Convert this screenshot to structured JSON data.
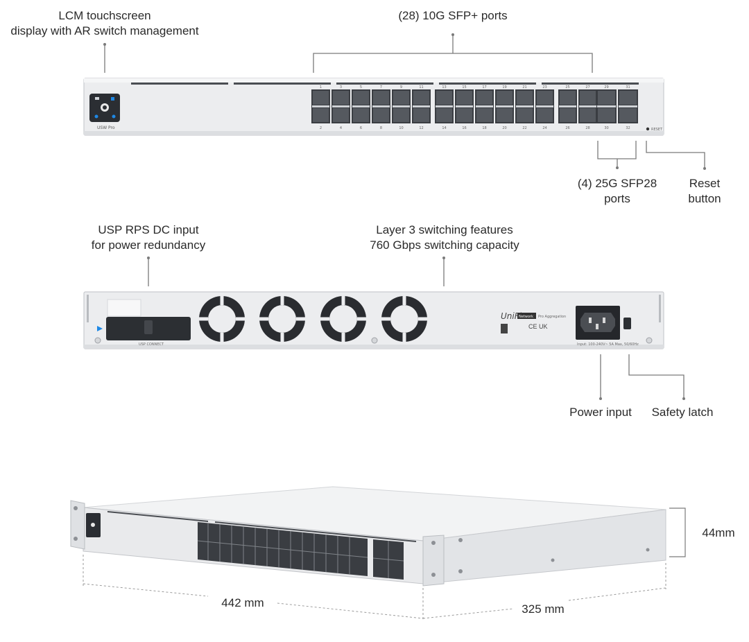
{
  "callouts": {
    "lcm_line1": "LCM touchscreen",
    "lcm_line2": "display with AR switch management",
    "sfp_plus": "(28) 10G SFP+ ports",
    "sfp28_line1": "(4) 25G SFP28",
    "sfp28_line2": "ports",
    "reset_line1": "Reset",
    "reset_line2": "button",
    "rps_line1": "USP RPS DC input",
    "rps_line2": "for power redundancy",
    "l3_line1": "Layer 3 switching features",
    "l3_line2": "760 Gbps switching capacity",
    "power_input": "Power input",
    "safety_latch": "Safety latch"
  },
  "front_panel": {
    "model_badge": "USW Pro",
    "sfp_top_numbers": [
      "1",
      "3",
      "5",
      "7",
      "9",
      "11",
      "13",
      "15",
      "17",
      "19",
      "21",
      "23",
      "25",
      "27"
    ],
    "sfp_bottom_numbers": [
      "2",
      "4",
      "6",
      "8",
      "10",
      "12",
      "14",
      "16",
      "18",
      "20",
      "22",
      "24",
      "26",
      "28"
    ],
    "sfp28_top_numbers": [
      "29",
      "31"
    ],
    "sfp28_bottom_numbers": [
      "30",
      "32"
    ],
    "reset_text": "RESET"
  },
  "rear_panel": {
    "brand": "UniFi",
    "network_badge": "Network",
    "product": "Pro Aggregation",
    "rps_label": "USP CONNECT",
    "power_rating": "Input: 100-240V~ 5A Max, 50/60Hz"
  },
  "dimensions": {
    "height": "44mm",
    "width": "442 mm",
    "depth": "325 mm"
  },
  "colors": {
    "chassis": "#e9eaec",
    "chassis_edge": "#c9cbcf",
    "port": "#3a3d42",
    "leader": "#7a7a7a",
    "accent_blue": "#1e88e5"
  }
}
